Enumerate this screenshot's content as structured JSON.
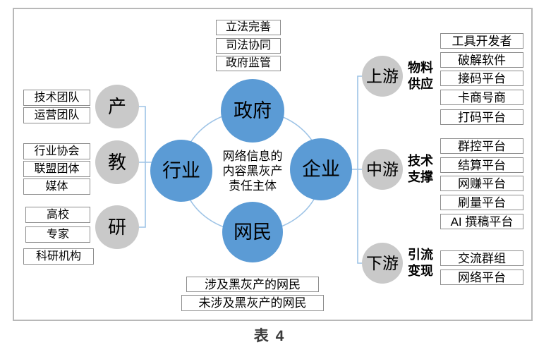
{
  "caption": "表 4",
  "center_text": {
    "line1": "网络信息的",
    "line2": "内容黑灰产",
    "line3": "责任主体"
  },
  "core": {
    "top": "政府",
    "left": "行业",
    "right": "企业",
    "bottom": "网民"
  },
  "top_boxes": [
    "立法完善",
    "司法协同",
    "政府监管"
  ],
  "bottom_boxes": [
    "涉及黑灰产的网民",
    "未涉及黑灰产的网民"
  ],
  "left_groups": [
    {
      "circle": "产",
      "boxes": [
        "技术团队",
        "运营团队"
      ]
    },
    {
      "circle": "教",
      "boxes": [
        "行业协会",
        "联盟团体",
        "媒体"
      ]
    },
    {
      "circle": "研",
      "boxes": [
        "高校",
        "专家",
        "科研机构"
      ]
    }
  ],
  "right_groups": [
    {
      "circle": "上游",
      "label_line1": "物料",
      "label_line2": "供应",
      "boxes": [
        "工具开发者",
        "破解软件",
        "接码平台",
        "卡商号商",
        "打码平台"
      ]
    },
    {
      "circle": "中游",
      "label_line1": "技术",
      "label_line2": "支撑",
      "boxes": [
        "群控平台",
        "结算平台",
        "网赚平台",
        "刷量平台",
        "AI 撰稿平台"
      ]
    },
    {
      "circle": "下游",
      "label_line1": "引流",
      "label_line2": "变现",
      "boxes": [
        "交流群组",
        "网络平台"
      ]
    }
  ],
  "colors": {
    "primary_blue": "#5B9BD5",
    "connector_blue": "#9DC3E6",
    "gray_circle": "#C9C9C9",
    "box_border": "#8C8C8C",
    "frame_border": "#B8B8B8"
  }
}
